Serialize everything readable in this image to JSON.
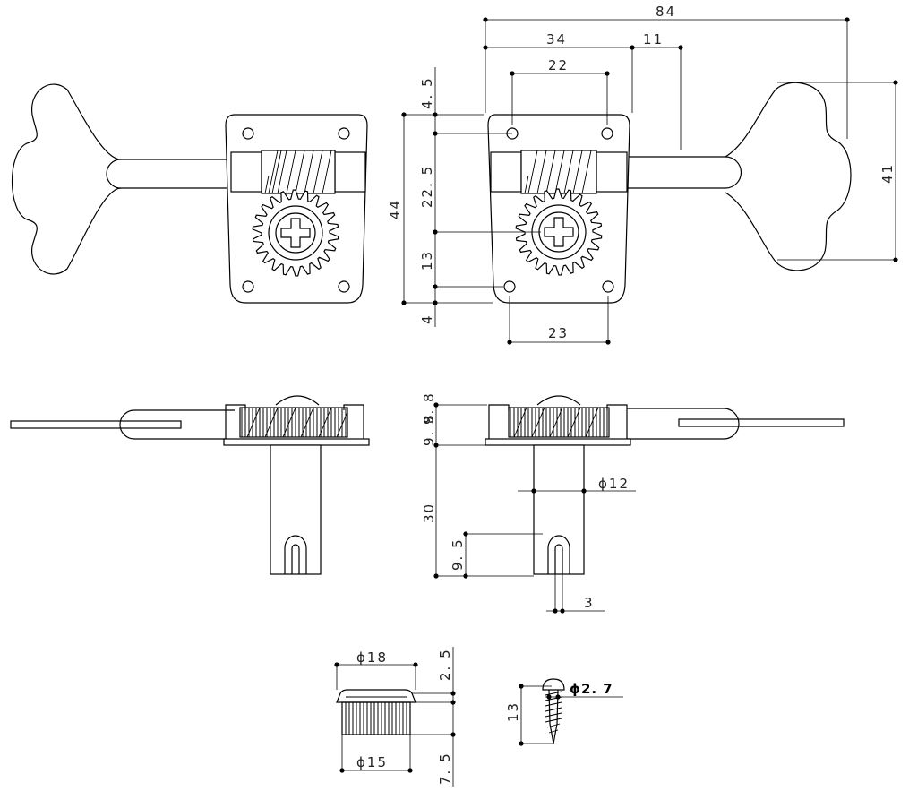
{
  "dimensions": {
    "overall_length": "84",
    "post_offset": "34",
    "shaft_offset": "11",
    "hole_spacing_top": "22",
    "hole_spacing_bottom": "23",
    "plate_height": "44",
    "top_margin": "4. 5",
    "hole_to_gear": "22. 5",
    "gear_to_hole": "13",
    "bottom_margin": "4",
    "button_height": "41",
    "gear_height": "9. 8",
    "plate_thickness": "9. 8",
    "post_length": "30",
    "post_diameter": "ϕ12",
    "slot_depth": "9. 5",
    "slot_width": "3",
    "bushing_cap_diameter": "ϕ18",
    "bushing_cap_height": "2. 5",
    "bushing_body_diameter": "ϕ15",
    "bushing_body_height": "7. 5",
    "screw_diameter": "ϕ2. 7",
    "screw_length": "13"
  }
}
